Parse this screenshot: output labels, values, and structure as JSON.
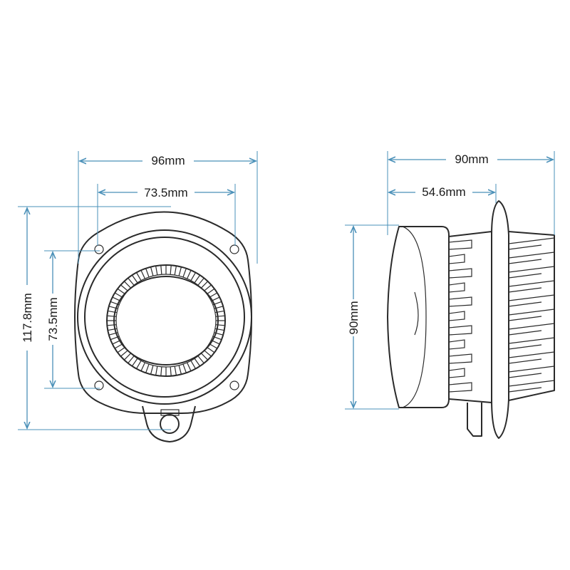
{
  "colors": {
    "dimension": "#4a90b8",
    "outline": "#2a2a2a"
  },
  "front_view": {
    "overall_width": "96mm",
    "inner_width": "73.5mm",
    "overall_height": "117.8mm",
    "inner_height": "73.5mm"
  },
  "side_view": {
    "overall_depth": "90mm",
    "lens_depth": "54.6mm",
    "height": "90mm"
  }
}
